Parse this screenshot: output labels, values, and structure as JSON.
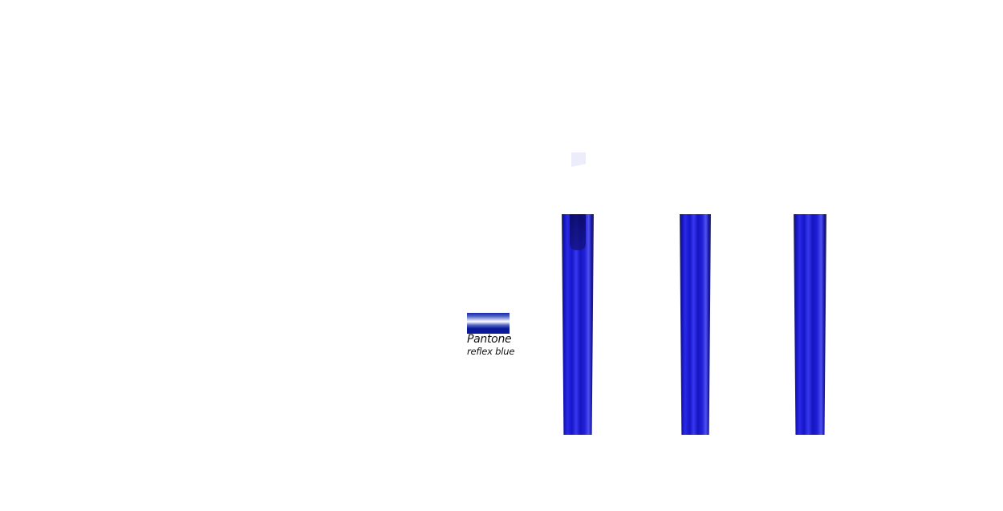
{
  "swatch": {
    "line1": "Pantone",
    "line2": "reflex blue",
    "color": "#0a1a9a"
  },
  "tubes": [
    {
      "name": "tube-with-inner-plug"
    },
    {
      "name": "tube"
    },
    {
      "name": "tube"
    }
  ]
}
